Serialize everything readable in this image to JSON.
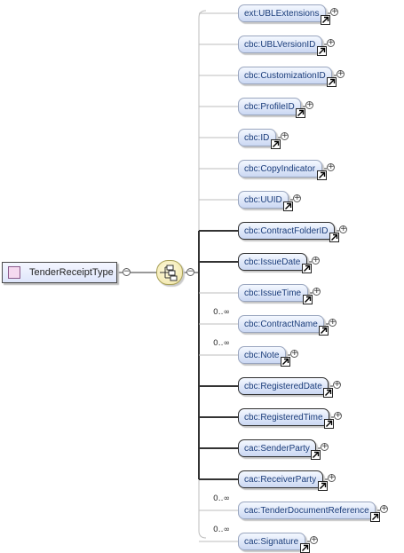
{
  "root": {
    "label": "TenderReceiptType",
    "type_icon": "complex-type-icon"
  },
  "sequence": {
    "icon": "sequence-compositor-icon"
  },
  "toggles": {
    "collapse_symbol": "−",
    "expand_symbol": "+"
  },
  "elements": [
    {
      "label": "ext:UBLExtensions",
      "required": false,
      "occurs": ""
    },
    {
      "label": "cbc:UBLVersionID",
      "required": false,
      "occurs": ""
    },
    {
      "label": "cbc:CustomizationID",
      "required": false,
      "occurs": ""
    },
    {
      "label": "cbc:ProfileID",
      "required": false,
      "occurs": ""
    },
    {
      "label": "cbc:ID",
      "required": false,
      "occurs": ""
    },
    {
      "label": "cbc:CopyIndicator",
      "required": false,
      "occurs": ""
    },
    {
      "label": "cbc:UUID",
      "required": false,
      "occurs": ""
    },
    {
      "label": "cbc:ContractFolderID",
      "required": true,
      "occurs": ""
    },
    {
      "label": "cbc:IssueDate",
      "required": true,
      "occurs": ""
    },
    {
      "label": "cbc:IssueTime",
      "required": false,
      "occurs": ""
    },
    {
      "label": "cbc:ContractName",
      "required": false,
      "occurs": "0..∞"
    },
    {
      "label": "cbc:Note",
      "required": false,
      "occurs": "0..∞"
    },
    {
      "label": "cbc:RegisteredDate",
      "required": true,
      "occurs": ""
    },
    {
      "label": "cbc:RegisteredTime",
      "required": true,
      "occurs": ""
    },
    {
      "label": "cac:SenderParty",
      "required": true,
      "occurs": ""
    },
    {
      "label": "cac:ReceiverParty",
      "required": true,
      "occurs": ""
    },
    {
      "label": "cac:TenderDocumentReference",
      "required": false,
      "occurs": "0..∞"
    },
    {
      "label": "cac:Signature",
      "required": false,
      "occurs": "0..∞"
    }
  ]
}
